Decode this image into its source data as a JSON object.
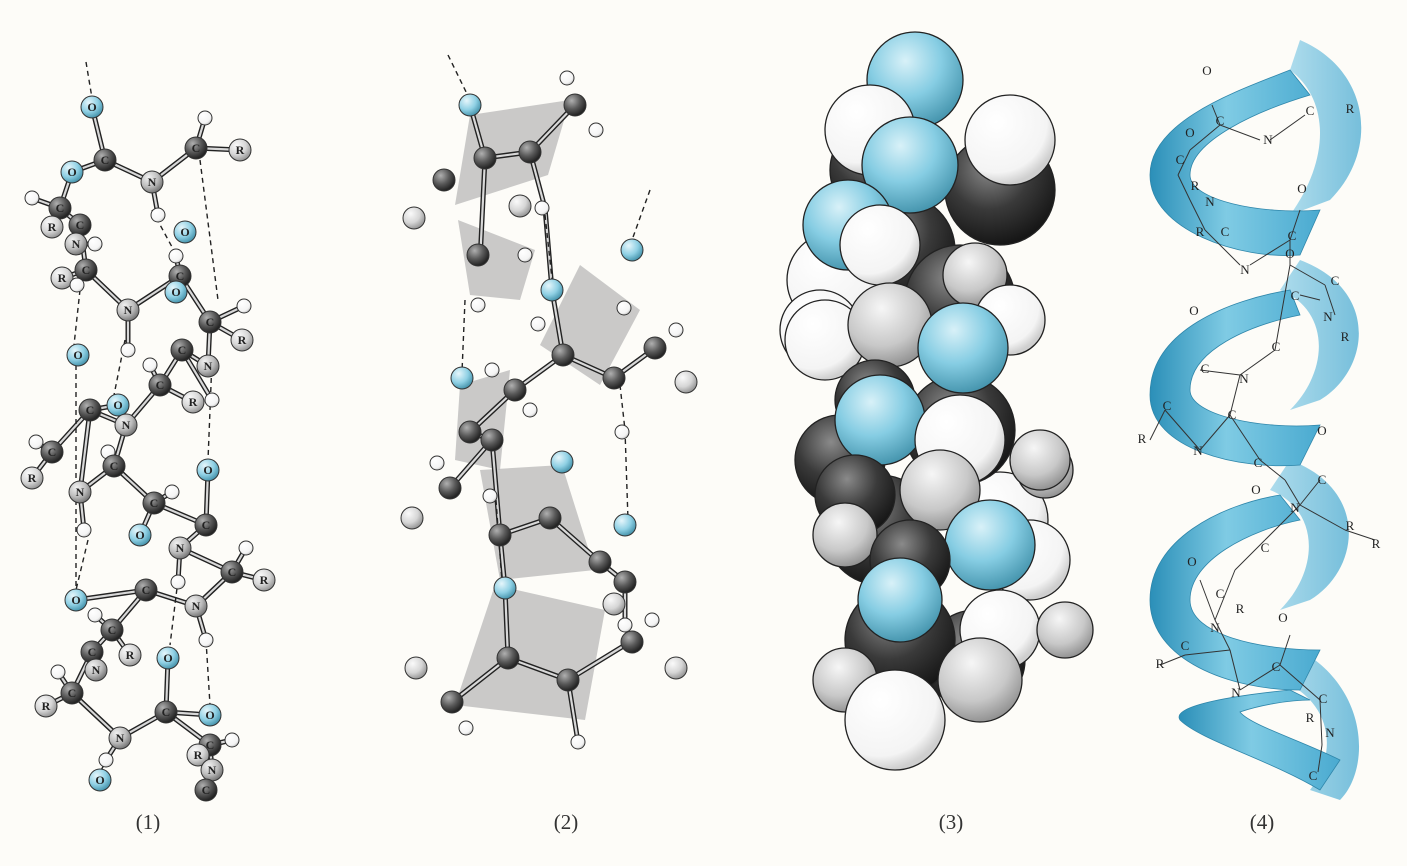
{
  "panels": [
    {
      "caption": "(1)"
    },
    {
      "caption": "(2)"
    },
    {
      "caption": "(3)"
    },
    {
      "caption": "(4)"
    }
  ],
  "atom_labels": {
    "carbon": "C",
    "nitrogen": "N",
    "oxygen": "O",
    "residue": "R"
  },
  "colors": {
    "oxygen": "#8fd0e4",
    "carbon": "#5a5a5a",
    "nitrogen": "#bdbdbd",
    "hydrogen": "#ffffff",
    "residue": "#d6d6d6",
    "ribbon": "#5ab8d8",
    "plane": "#b8b8b8"
  }
}
